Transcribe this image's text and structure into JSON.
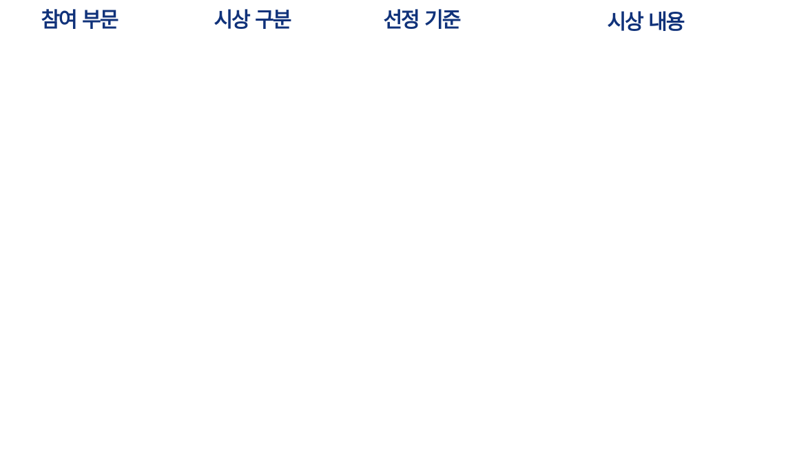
{
  "table_header": {
    "columns": [
      "참여 부문",
      "시상 구분",
      "선정 기준",
      "시상 내용"
    ]
  },
  "colors": {
    "header_text": "#10327a"
  }
}
